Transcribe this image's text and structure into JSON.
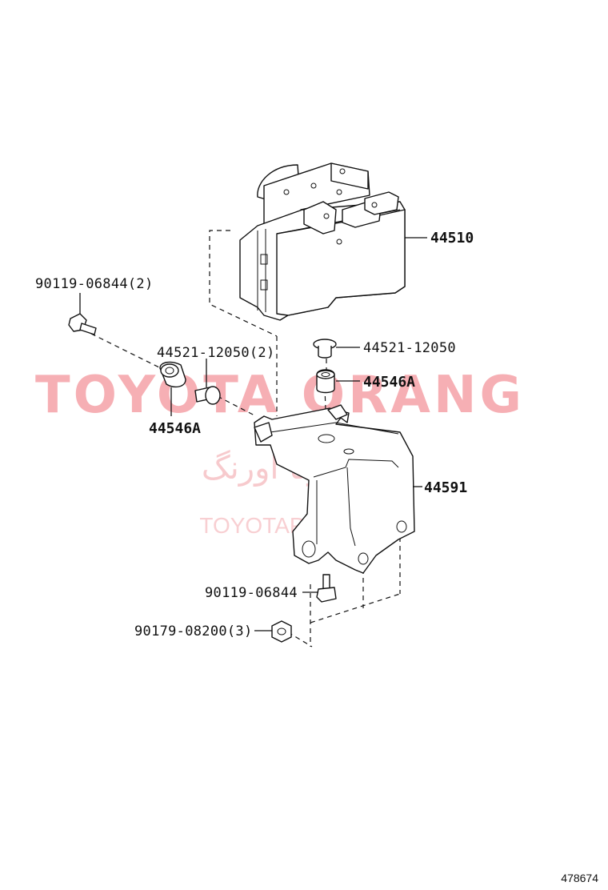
{
  "diagram": {
    "parts": [
      {
        "id": "abs-actuator",
        "label": "44510"
      },
      {
        "id": "bracket",
        "label": "44591"
      },
      {
        "id": "collar-top",
        "label": "44521-12050"
      },
      {
        "id": "collar-left",
        "label": "44521-12050(2)"
      },
      {
        "id": "cushion-top",
        "label": "44546A"
      },
      {
        "id": "cushion-left",
        "label": "44546A"
      },
      {
        "id": "bolt-left",
        "label": "90119-06844(2)"
      },
      {
        "id": "bolt-bottom",
        "label": "90119-06844"
      },
      {
        "id": "nut-bottom",
        "label": "90179-08200(3)"
      }
    ],
    "figure_number": "478674"
  },
  "watermark": {
    "main": "TOYOTA ORANG",
    "persian": "تویوتا اورنگ",
    "site": "TOYOTAPART.IR",
    "color": "#e8737a"
  }
}
